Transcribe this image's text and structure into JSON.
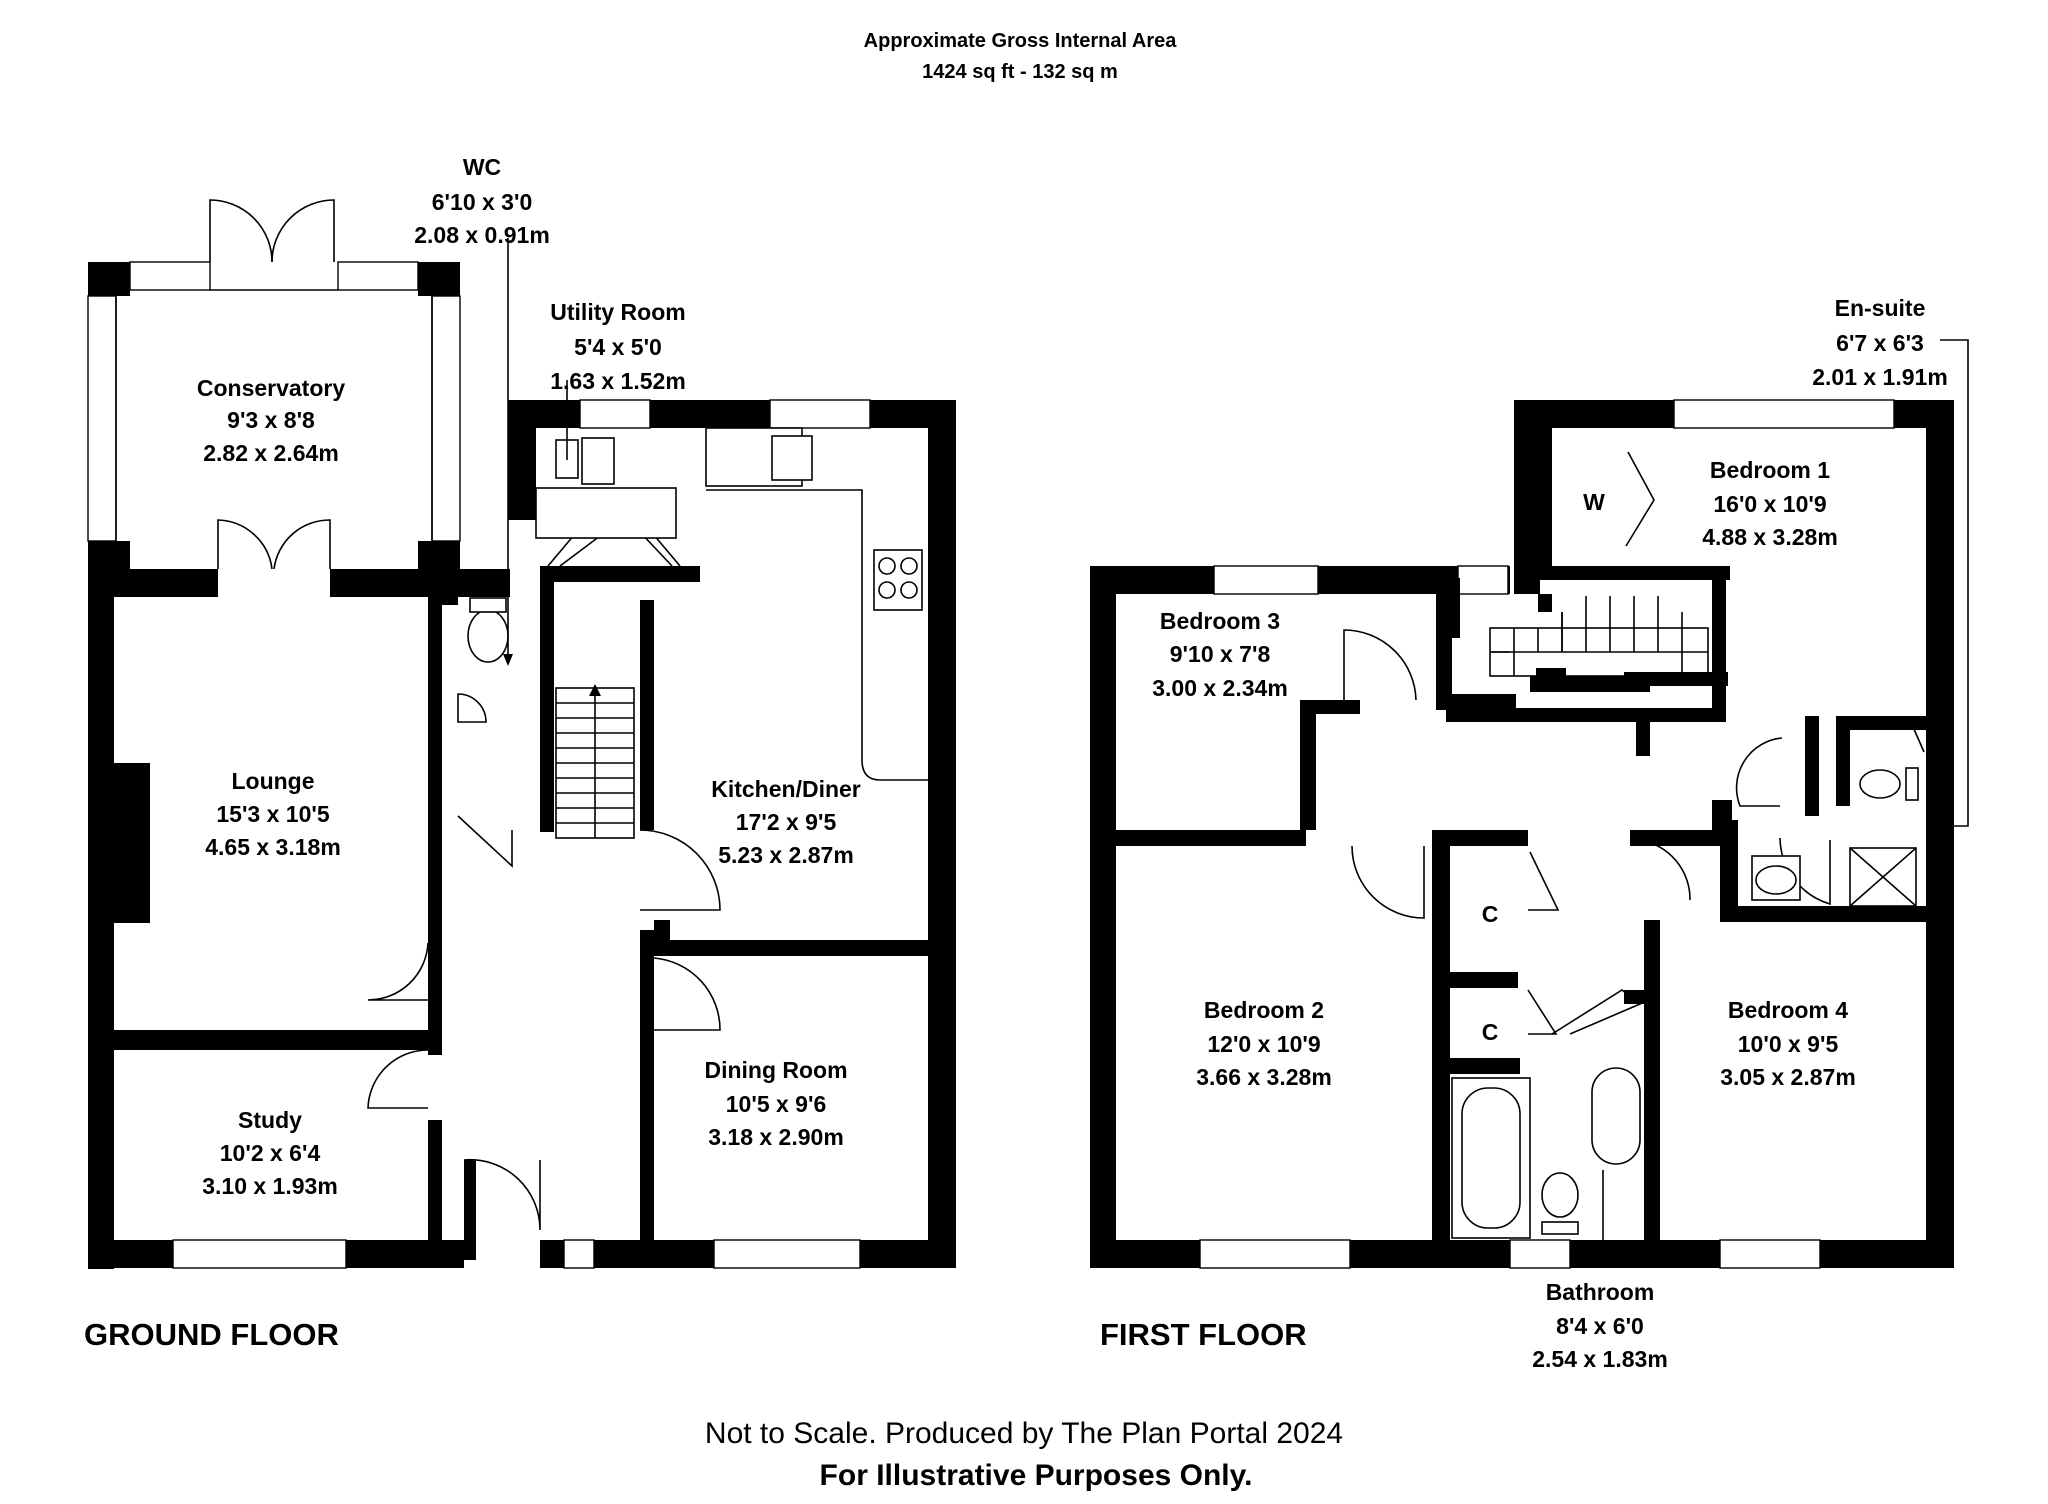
{
  "header": {
    "line1": "Approximate Gross Internal Area",
    "line2": "1424 sq ft - 132 sq m"
  },
  "floors": {
    "ground": "GROUND FLOOR",
    "first": "FIRST FLOOR"
  },
  "rooms": {
    "conservatory": {
      "name": "Conservatory",
      "imperial": "9'3 x 8'8",
      "metric": "2.82 x 2.64m"
    },
    "wc": {
      "name": "WC",
      "imperial": "6'10 x 3'0",
      "metric": "2.08 x 0.91m"
    },
    "utility": {
      "name": "Utility Room",
      "imperial": "5'4 x 5'0",
      "metric": "1.63 x 1.52m"
    },
    "lounge": {
      "name": "Lounge",
      "imperial": "15'3 x 10'5",
      "metric": "4.65 x 3.18m"
    },
    "kitchen": {
      "name": "Kitchen/Diner",
      "imperial": "17'2 x 9'5",
      "metric": "5.23 x 2.87m"
    },
    "dining": {
      "name": "Dining Room",
      "imperial": "10'5 x 9'6",
      "metric": "3.18 x 2.90m"
    },
    "study": {
      "name": "Study",
      "imperial": "10'2 x 6'4",
      "metric": "3.10 x 1.93m"
    },
    "bed1": {
      "name": "Bedroom 1",
      "imperial": "16'0 x 10'9",
      "metric": "4.88 x 3.28m"
    },
    "ensuite": {
      "name": "En-suite",
      "imperial": "6'7 x 6'3",
      "metric": "2.01 x 1.91m"
    },
    "bed3": {
      "name": "Bedroom 3",
      "imperial": "9'10 x 7'8",
      "metric": "3.00 x 2.34m"
    },
    "bed2": {
      "name": "Bedroom 2",
      "imperial": "12'0 x 10'9",
      "metric": "3.66 x 3.28m"
    },
    "bed4": {
      "name": "Bedroom 4",
      "imperial": "10'0 x 9'5",
      "metric": "3.05 x 2.87m"
    },
    "bathroom": {
      "name": "Bathroom",
      "imperial": "8'4 x 6'0",
      "metric": "2.54 x 1.83m"
    }
  },
  "cupboards": {
    "wardrobe": "W",
    "cupboard1": "C",
    "cupboard2": "C"
  },
  "footer": {
    "line1": "Not to Scale. Produced by The Plan Portal 2024",
    "line2": "For Illustrative Purposes Only."
  }
}
